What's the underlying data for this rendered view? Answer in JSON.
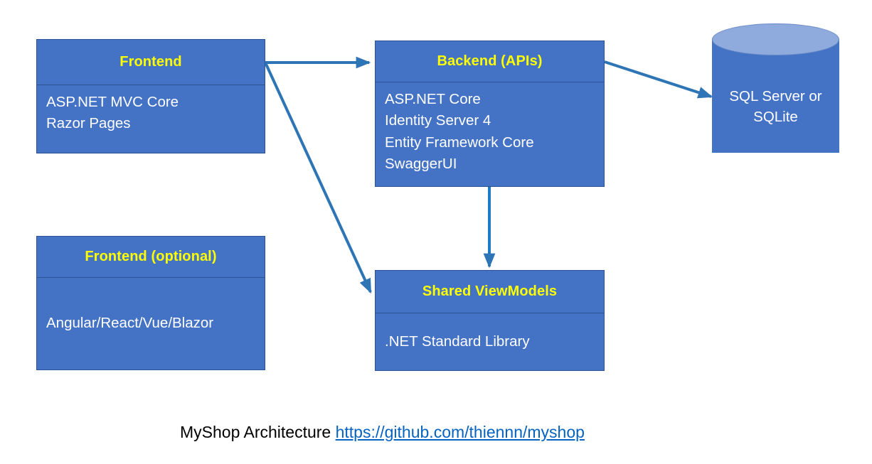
{
  "diagram": {
    "title": "MyShop Architecture",
    "colors": {
      "node_fill": "#4472C4",
      "node_border": "#2E5395",
      "node_title_text": "#FFFF00",
      "node_body_text": "#FFFFFF",
      "arrow": "#2E75B6",
      "cylinder_top": "#8FAADC",
      "link": "#0563C1",
      "background": "#FFFFFF"
    },
    "nodes": {
      "frontend": {
        "title": "Frontend",
        "body": "ASP.NET MVC Core\nRazor Pages"
      },
      "backend": {
        "title": "Backend (APIs)",
        "body": "ASP.NET Core\nIdentity Server 4\nEntity Framework Core\nSwaggerUI"
      },
      "frontend_optional": {
        "title": "Frontend (optional)",
        "body": "Angular/React/Vue/Blazor"
      },
      "shared_viewmodels": {
        "title": "Shared ViewModels",
        "body": ".NET Standard Library"
      },
      "database": {
        "label": "SQL Server or\nSQLite"
      }
    },
    "connectors": [
      {
        "name": "frontend-to-backend",
        "from": "frontend",
        "to": "backend"
      },
      {
        "name": "frontend-to-shared-viewmodels",
        "from": "frontend",
        "to": "shared_viewmodels"
      },
      {
        "name": "backend-to-database",
        "from": "backend",
        "to": "database"
      },
      {
        "name": "backend-to-shared-viewmodels",
        "from": "backend",
        "to": "shared_viewmodels"
      }
    ]
  },
  "caption": {
    "text": "MyShop Architecture ",
    "link_text": "https://github.com/thiennn/myshop"
  }
}
